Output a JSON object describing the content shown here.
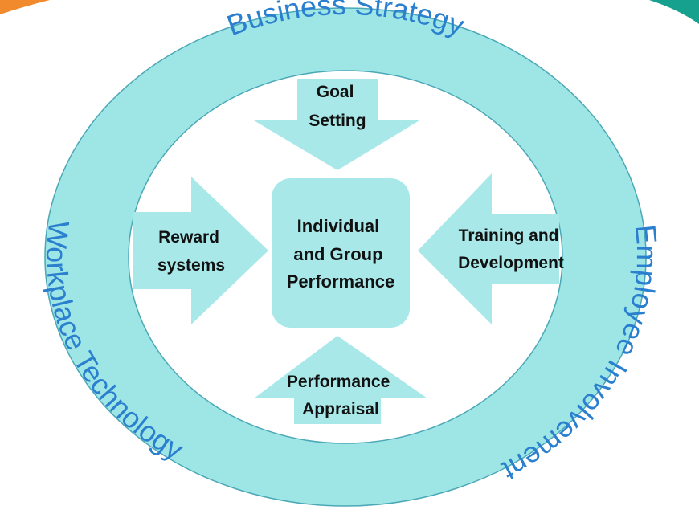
{
  "colors": {
    "ring_fill": "#9ee6e6",
    "ring_stroke": "#4ba8b6",
    "ring_text": "#2a7fcf",
    "arrow_fill": "#a8e8e9",
    "center_fill": "#a8e8e9",
    "corner_left_accent": "#f08a2c",
    "corner_right_accent": "#16a08e"
  },
  "ring": {
    "top": "Business Strategy",
    "right": "Employee Involvement",
    "left": "Workplace Technology"
  },
  "center": {
    "line1": "Individual",
    "line2": "and Group",
    "line3": "Performance"
  },
  "arrows": {
    "top": {
      "line1": "Goal",
      "line2": "Setting"
    },
    "left": {
      "line1": "Reward",
      "line2": "systems"
    },
    "right": {
      "line1": "Training and",
      "line2": "Development"
    },
    "bottom": {
      "line1": "Performance",
      "line2": "Appraisal"
    }
  }
}
